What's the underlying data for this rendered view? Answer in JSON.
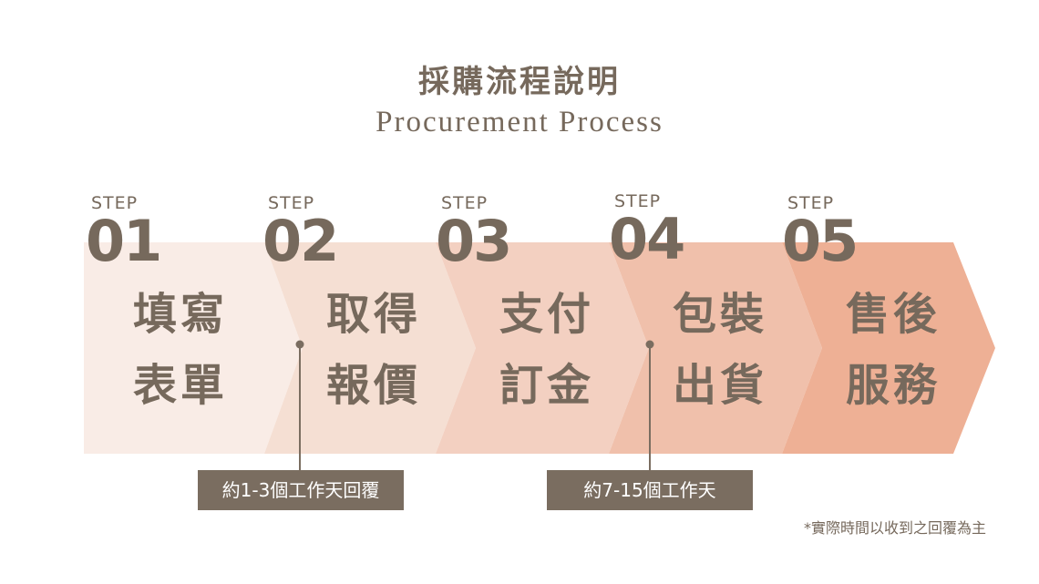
{
  "header": {
    "title_zh": "採購流程說明",
    "title_en": "Procurement Process"
  },
  "steps": [
    {
      "label": "STEP",
      "number": "01",
      "line1": "填寫",
      "line2": "表單",
      "color": "#f9ece6"
    },
    {
      "label": "STEP",
      "number": "02",
      "line1": "取得",
      "line2": "報價",
      "color": "#f5dfd3"
    },
    {
      "label": "STEP",
      "number": "03",
      "line1": "支付",
      "line2": "訂金",
      "color": "#f3d0c1"
    },
    {
      "label": "STEP",
      "number": "04",
      "line1": "包裝",
      "line2": "出貨",
      "color": "#f0c0ab"
    },
    {
      "label": "STEP",
      "number": "05",
      "line1": "售後",
      "line2": "服務",
      "color": "#eeb095"
    }
  ],
  "notes": [
    {
      "text": "約1-3個工作天回覆"
    },
    {
      "text": "約7-15個工作天"
    }
  ],
  "footnote": "*實際時間以收到之回覆為主",
  "colors": {
    "text": "#76695c",
    "note_bg": "#7a6d60"
  }
}
